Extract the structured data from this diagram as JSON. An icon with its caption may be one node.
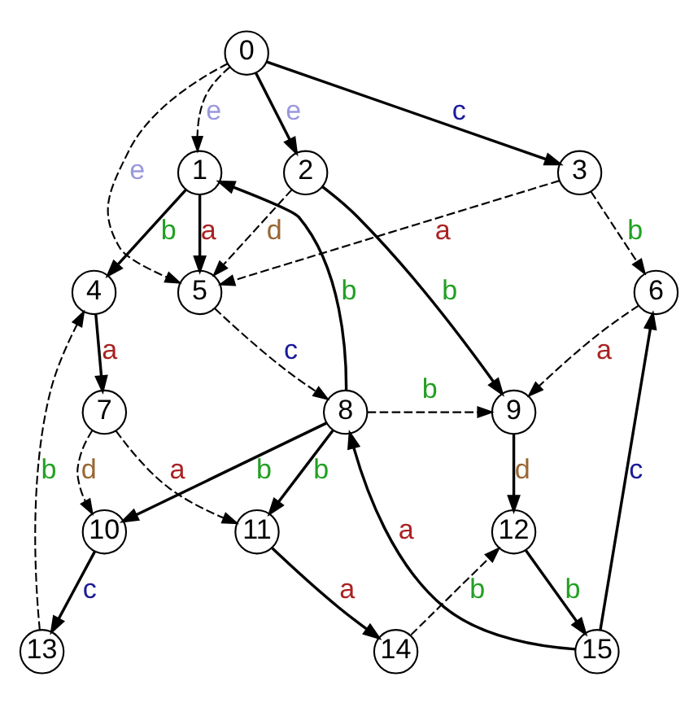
{
  "diagram": {
    "nodes": [
      {
        "text": [
          "0"
        ]
      },
      {
        "text": [
          "1"
        ]
      },
      {
        "text": [
          "2"
        ]
      },
      {
        "text": [
          "3"
        ]
      },
      {
        "text": [
          "4"
        ]
      },
      {
        "text": [
          "5"
        ]
      },
      {
        "text": [
          "6"
        ]
      },
      {
        "text": [
          "7"
        ]
      },
      {
        "text": [
          "8"
        ]
      },
      {
        "text": [
          "9"
        ]
      },
      {
        "text": [
          "10"
        ]
      },
      {
        "text": [
          "11"
        ]
      },
      {
        "text": [
          "12"
        ]
      },
      {
        "text": [
          "13"
        ]
      },
      {
        "text": [
          "14"
        ]
      },
      {
        "text": [
          "15"
        ]
      }
    ],
    "edges": [
      {
        "from": 0,
        "to": 1,
        "arrow": "to",
        "label": "e",
        "style": "dashed"
      },
      {
        "from": 0,
        "to": 2,
        "arrow": "to",
        "label": "e"
      },
      {
        "from": 0,
        "to": 3,
        "arrow": "to",
        "label": "c"
      },
      {
        "from": 0,
        "to": 5,
        "arrow": "to",
        "label": "e",
        "style": "dashed"
      },
      {
        "from": 1,
        "to": 4,
        "arrow": "to",
        "label": "b"
      },
      {
        "from": 1,
        "to": 5,
        "arrow": "to",
        "label": "a"
      },
      {
        "from": 2,
        "to": 5,
        "arrow": "to",
        "label": "d",
        "style": "dashed"
      },
      {
        "from": 2,
        "to": 9,
        "arrow": "to",
        "label": "b"
      },
      {
        "from": 3,
        "to": 5,
        "arrow": "to",
        "label": "a",
        "style": "dashed"
      },
      {
        "from": 3,
        "to": 6,
        "arrow": "to",
        "label": "b",
        "style": "dashed"
      },
      {
        "from": 4,
        "to": 7,
        "arrow": "to",
        "label": "a"
      },
      {
        "from": 5,
        "to": 8,
        "arrow": "to",
        "label": "c",
        "style": "dashed"
      },
      {
        "from": 6,
        "to": 9,
        "arrow": "to",
        "label": "a",
        "style": "dashed"
      },
      {
        "from": 7,
        "to": 10,
        "arrow": "to",
        "label": "d",
        "style": "dashed"
      },
      {
        "from": 7,
        "to": 11,
        "arrow": "to",
        "label": "a",
        "style": "dashed"
      },
      {
        "from": 8,
        "to": 1,
        "arrow": "to",
        "label": "b"
      },
      {
        "from": 8,
        "to": 9,
        "arrow": "to",
        "label": "b",
        "style": "dashed"
      },
      {
        "from": 8,
        "to": 10,
        "arrow": "to",
        "label": "b"
      },
      {
        "from": 8,
        "to": 11,
        "arrow": "to",
        "label": "b"
      },
      {
        "from": 9,
        "to": 12,
        "arrow": "to",
        "label": "d"
      },
      {
        "from": 10,
        "to": 13,
        "arrow": "to",
        "label": "c"
      },
      {
        "from": 11,
        "to": 14,
        "arrow": "to",
        "label": "a"
      },
      {
        "from": 12,
        "to": 15,
        "arrow": "to",
        "label": "b"
      },
      {
        "from": 13,
        "to": 4,
        "arrow": "to",
        "label": "b",
        "style": "dashed"
      },
      {
        "from": 14,
        "to": 12,
        "arrow": "to",
        "label": "b",
        "style": "dashed"
      },
      {
        "from": 15,
        "to": 8,
        "arrow": "to",
        "label": "a"
      },
      {
        "from": 15,
        "to": 6,
        "arrow": "to",
        "label": "c"
      }
    ]
  }
}
